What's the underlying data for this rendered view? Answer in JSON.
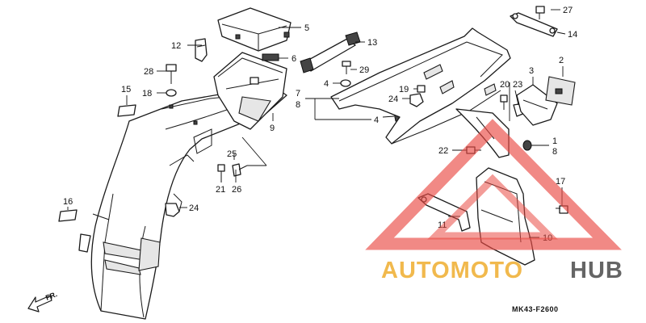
{
  "diagram_code": "MK43-F2600",
  "direction_label": "FR.",
  "watermark": {
    "text_orange": "AUTOMOTO",
    "text_dark": "HUB",
    "colors": {
      "triangle": "#e94a44",
      "orange": "#f0b23a",
      "dark": "#555555"
    }
  },
  "callouts": {
    "c1": "1",
    "c8b": "8",
    "c2": "2",
    "c3": "3",
    "c4a": "4",
    "c4b": "4",
    "c5": "5",
    "c6": "6",
    "c7": "7",
    "c8": "8",
    "c9": "9",
    "c10": "10",
    "c11": "11",
    "c12": "12",
    "c13": "13",
    "c14": "14",
    "c15": "15",
    "c16": "16",
    "c17": "17",
    "c18": "18",
    "c19": "19",
    "c20": "20",
    "c21": "21",
    "c22": "22",
    "c23": "23",
    "c24a": "24",
    "c24b": "24",
    "c25": "25",
    "c26": "26",
    "c27": "27",
    "c28": "28",
    "c29": "29"
  }
}
